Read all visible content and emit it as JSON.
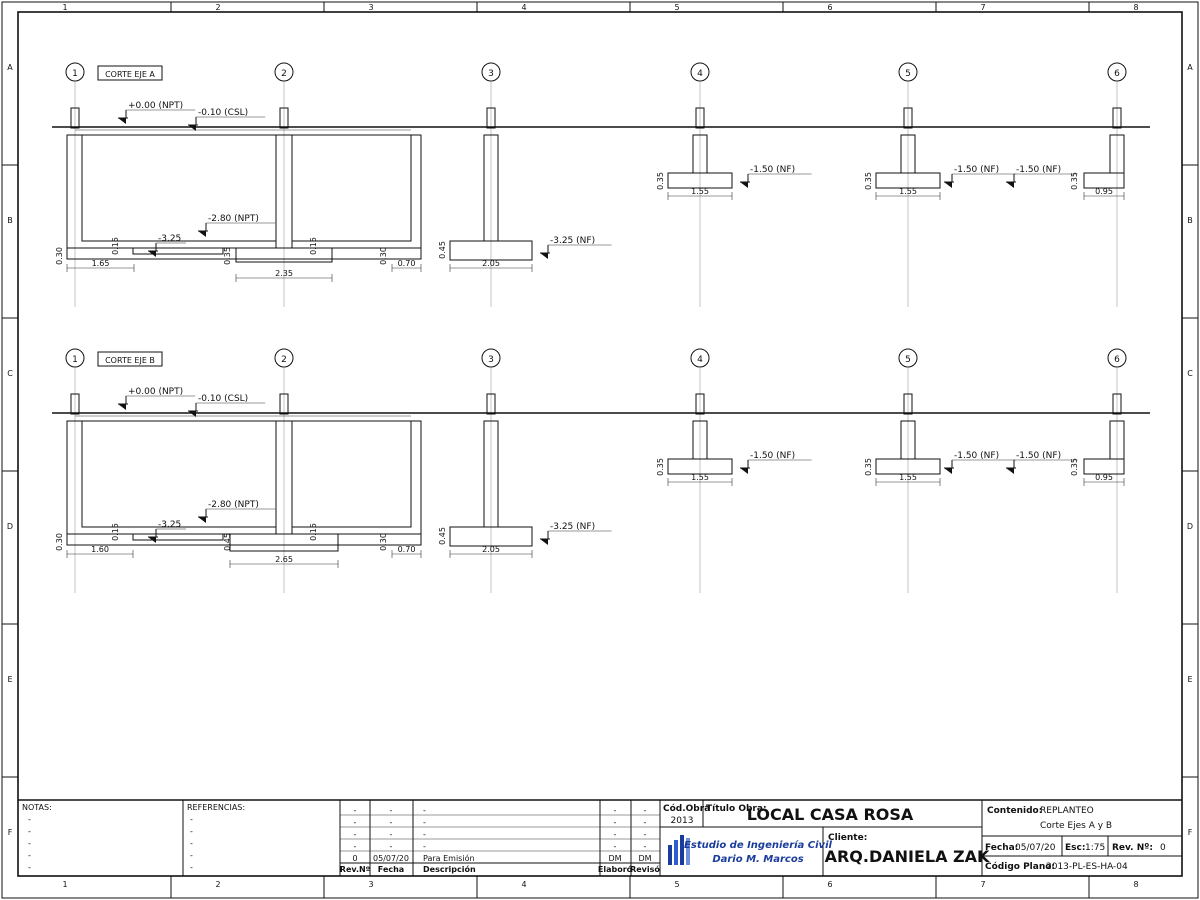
{
  "frame": {
    "columns": [
      "1",
      "2",
      "3",
      "4",
      "5",
      "6",
      "7",
      "8"
    ],
    "rows": [
      "A",
      "B",
      "C",
      "D",
      "E",
      "F"
    ]
  },
  "sections": [
    {
      "label": "CORTE EJE A",
      "axes": [
        "1",
        "2",
        "3",
        "4",
        "5",
        "6"
      ],
      "levels": {
        "npt_top": "+0.00  (NPT)",
        "csl": "-0.10  (CSL)",
        "npt_bottom": "-2.80  (NPT)",
        "base_level": "-3.25",
        "nf_footing": "-3.25  (NF)",
        "nf4": "-1.50  (NF)",
        "nf5": "-1.50  (NF)",
        "nf6": "-1.50  (NF)"
      },
      "dims": {
        "d_left": "1.65",
        "d_mid": "2.35",
        "d_right": "0.70",
        "d_foot3": "2.05",
        "d_foot4": "1.55",
        "d_foot5": "1.55",
        "d_foot6": "0.95",
        "t_030": "0.30",
        "t_015a": "0.15",
        "t_035": "0.35",
        "t_015b": "0.15",
        "t_030b": "0.30",
        "t_045": "0.45",
        "t_035_4": "0.35",
        "t_035_5": "0.35",
        "t_035_6": "0.35"
      }
    },
    {
      "label": "CORTE EJE B",
      "axes": [
        "1",
        "2",
        "3",
        "4",
        "5",
        "6"
      ],
      "levels": {
        "npt_top": "+0.00  (NPT)",
        "csl": "-0.10  (CSL)",
        "npt_bottom": "-2.80  (NPT)",
        "base_level": "-3.25",
        "nf_footing": "-3.25  (NF)",
        "nf4": "-1.50  (NF)",
        "nf5": "-1.50  (NF)",
        "nf6": "-1.50  (NF)"
      },
      "dims": {
        "d_left": "1.60",
        "d_mid": "2.65",
        "d_right": "0.70",
        "d_foot3": "2.05",
        "d_foot4": "1.55",
        "d_foot5": "1.55",
        "d_foot6": "0.95",
        "t_030": "0.30",
        "t_015a": "0.15",
        "t_035": "0.45",
        "t_015b": "0.15",
        "t_030b": "0.30",
        "t_045": "0.45",
        "t_035_4": "0.35",
        "t_035_5": "0.35",
        "t_035_6": "0.35"
      }
    }
  ],
  "title_block": {
    "notes_label": "NOTAS:",
    "notes": [
      "-",
      "-",
      "-",
      "-",
      "-"
    ],
    "refs_label": "REFERENCIAS:",
    "refs": [
      "-",
      "-",
      "-",
      "-",
      "-"
    ],
    "revisions": [
      {
        "rev": "-",
        "fecha": "-",
        "desc": "-",
        "elab": "-",
        "revi": "-"
      },
      {
        "rev": "-",
        "fecha": "-",
        "desc": "-",
        "elab": "-",
        "revi": "-"
      },
      {
        "rev": "-",
        "fecha": "-",
        "desc": "-",
        "elab": "-",
        "revi": "-"
      },
      {
        "rev": "-",
        "fecha": "-",
        "desc": "-",
        "elab": "-",
        "revi": "-"
      },
      {
        "rev": "0",
        "fecha": "05/07/20",
        "desc": "Para Emisión",
        "elab": "DM",
        "revi": "DM"
      }
    ],
    "rev_headers": {
      "rev": "Rev.Nº",
      "fecha": "Fecha",
      "desc": "Descripción",
      "elab": "Elaboró",
      "revi": "Revisó"
    },
    "cod_obra_label": "Cód.Obra",
    "cod_obra": "2013",
    "titulo_label": "Título Obra:",
    "titulo": "LOCAL CASA ROSA",
    "logo_line1": "Estudio de Ingeniería Civil",
    "logo_line2": "Dario M. Marcos",
    "cliente_label": "Cliente:",
    "cliente": "ARQ.DANIELA ZAK",
    "contenido_label": "Contenido:",
    "contenido1": "REPLANTEO",
    "contenido2": "Corte Ejes A y B",
    "fecha_label": "Fecha:",
    "fecha": "05/07/20",
    "esc_label": "Esc:",
    "esc": "1:75",
    "rev_label": "Rev. Nº:",
    "rev": "0",
    "codigo_label": "Código Plano:",
    "codigo": "2013-PL-ES-HA-04"
  },
  "colors": {
    "line": "#111111",
    "axis": "#b5b5b5",
    "logo": "#1a3c9c"
  }
}
